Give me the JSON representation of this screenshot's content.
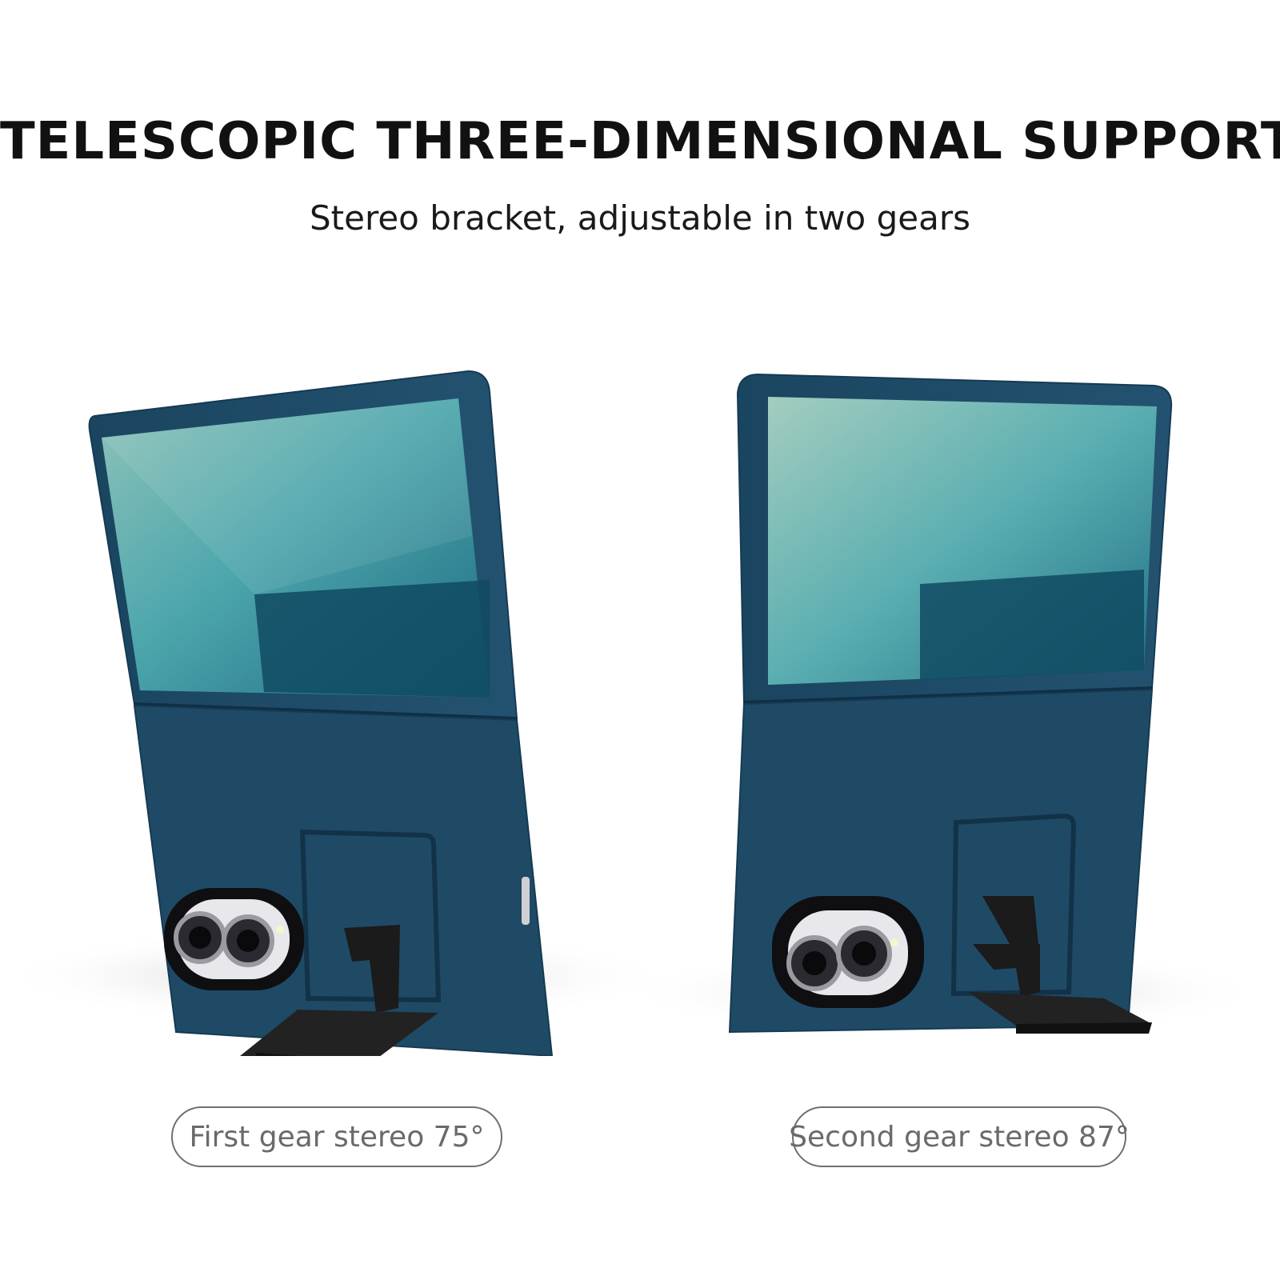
{
  "header": {
    "title": "TELESCOPIC THREE-DIMENSIONAL SUPPORT",
    "subtitle": "Stereo bracket, adjustable in two gears"
  },
  "products": [
    {
      "caption": "First gear stereo 75°"
    },
    {
      "caption": "Second gear stereo 87°"
    }
  ],
  "colors": {
    "case_blue": "#1f4a66",
    "case_dark": "#163a52",
    "screen_teal": "#4aa3a8",
    "stand_black": "#1b1b1b",
    "text_dark": "#111111",
    "caption_gray": "#6a6a6a"
  }
}
